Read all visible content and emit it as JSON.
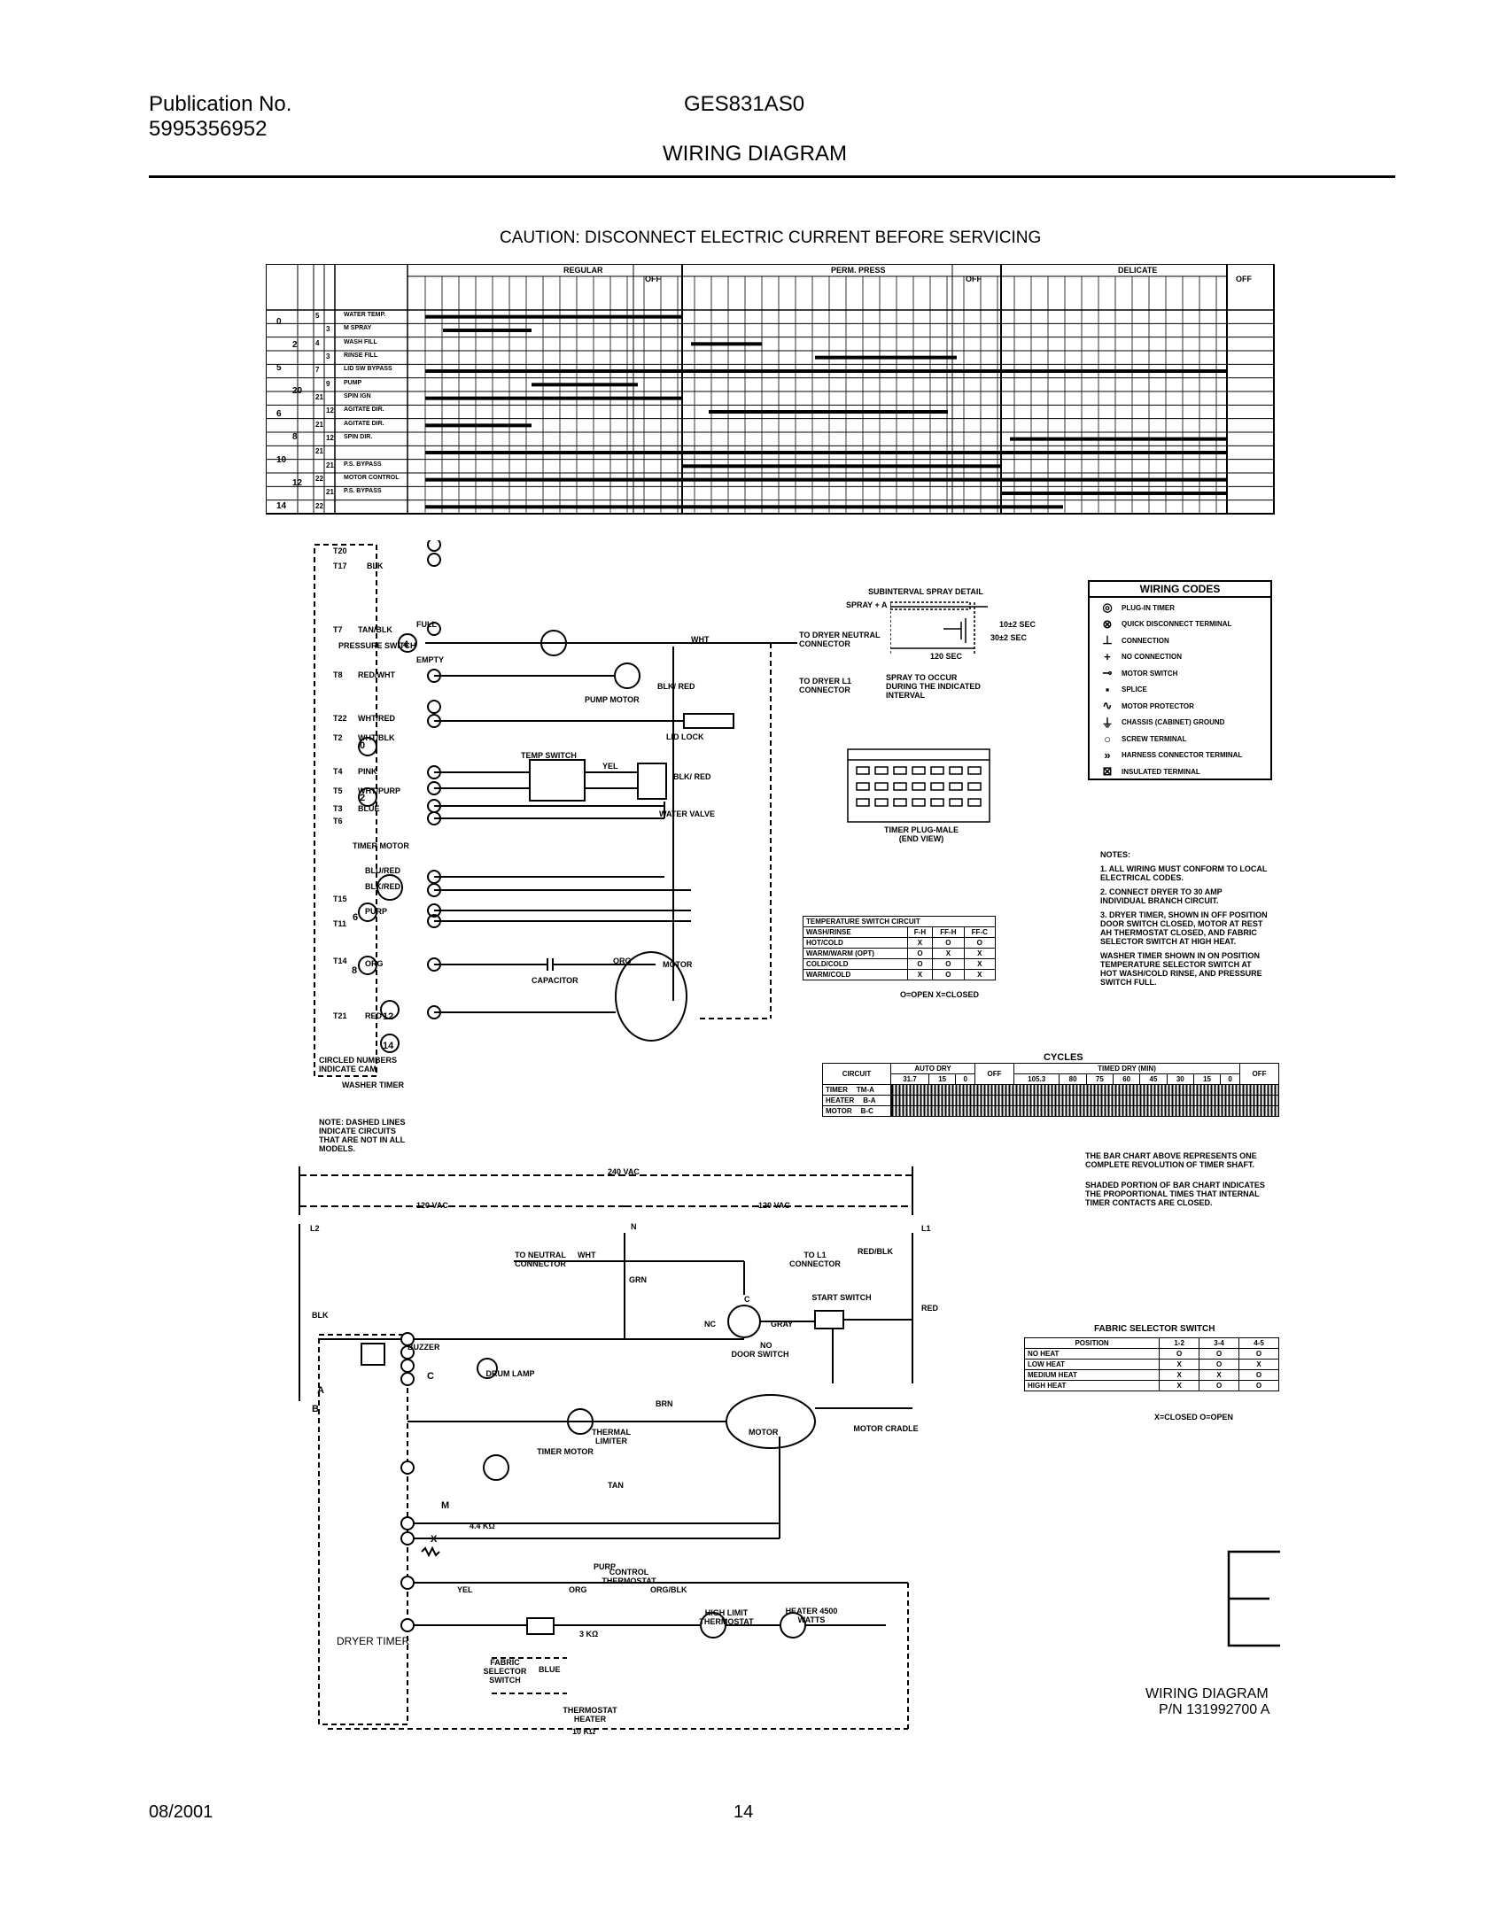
{
  "header": {
    "publication_label": "Publication No.",
    "publication_number": "5995356952",
    "model": "GES831AS0",
    "title": "WIRING DIAGRAM"
  },
  "caution": "CAUTION: DISCONNECT ELECTRIC CURRENT BEFORE SERVICING",
  "timer_chart": {
    "groups": [
      "REGULAR",
      "PERM. PRESS",
      "DELICATE"
    ],
    "off_labels": [
      "OFF",
      "OFF",
      "OFF"
    ],
    "circuits": [
      "WATER TEMP.",
      "M SPRAY",
      "WASH FILL",
      "RINSE FILL",
      "LID SW BYPASS",
      "PUMP",
      "SPIN IGN",
      "AGITATE DIR.",
      "AGITATE DIR.",
      "SPIN DIR.",
      "",
      "P.S. BYPASS",
      "MOTOR CONTROL",
      "P.S. BYPASS",
      ""
    ],
    "cams_left": [
      "0",
      "2",
      "5",
      "20",
      "6",
      "8",
      "10",
      "12",
      "14"
    ],
    "terminals": [
      "5",
      "3",
      "4",
      "3",
      "7",
      "9",
      "21",
      "12",
      "21",
      "12",
      "21",
      "21",
      "22",
      "21",
      "22"
    ]
  },
  "washer": {
    "labels": {
      "t20": "T20",
      "t17": "T17",
      "blk": "BLK",
      "t7": "T7",
      "tan_blk": "TAN/BLK",
      "full": "FULL",
      "empty": "EMPTY",
      "pressure_switch": "PRESSURE SWITCH",
      "t8": "T8",
      "red_wht": "RED/WHT",
      "pump_motor": "PUMP MOTOR",
      "blk_red": "BLK/ RED",
      "wht": "WHT",
      "lid_lock": "LID LOCK",
      "t22": "T22",
      "wht_red": "WHT/RED",
      "t2": "T2",
      "wht_blk": "WHT/BLK",
      "temp_switch": "TEMP SWITCH",
      "t4": "T4",
      "pink": "PINK",
      "yel": "YEL",
      "t5": "T5",
      "wht_purp": "WHT/PURP",
      "t3": "T3",
      "blue": "BLUE",
      "t6": "T6",
      "water_valve": "WATER VALVE",
      "blk_red2": "BLK/ RED",
      "timer_motor": "TIMER MOTOR",
      "blu_red": "BLU/RED",
      "blk_red3": "BLK/RED",
      "t15": "T15",
      "purp": "PURP",
      "t11": "T11",
      "t14": "T14",
      "org": "ORG",
      "capacitor": "CAPACITOR",
      "org2": "ORG",
      "motor": "MOTOR",
      "t21": "T21",
      "red": "RED",
      "circled_numbers": "CIRCLED NUMBERS INDICATE CAM",
      "washer_timer": "WASHER TIMER",
      "to_dryer_neutral": "TO DRYER NEUTRAL CONNECTOR",
      "to_dryer_l1": "TO DRYER L1 CONNECTOR",
      "note": "NOTE: DASHED LINES INDICATE CIRCUITS THAT ARE NOT IN ALL MODELS."
    },
    "cams": [
      "4",
      "0",
      "2",
      "6",
      "8",
      "12",
      "14"
    ]
  },
  "spray_detail": {
    "title": "SUBINTERVAL SPRAY DETAIL",
    "spray": "SPRAY + A",
    "t1": "10±2 SEC",
    "t2": "30±2 SEC",
    "t3": "120 SEC",
    "caption": "SPRAY TO OCCUR DURING THE INDICATED INTERVAL"
  },
  "plug": {
    "caption": "TIMER PLUG-MALE (END VIEW)"
  },
  "wiring_codes": {
    "title": "WIRING CODES",
    "items": [
      "PLUG-IN TIMER",
      "QUICK DISCONNECT TERMINAL",
      "CONNECTION",
      "NO CONNECTION",
      "MOTOR SWITCH",
      "SPLICE",
      "MOTOR PROTECTOR",
      "CHASSIS (CABINET) GROUND",
      "SCREW TERMINAL",
      "HARNESS CONNECTOR TERMINAL",
      "INSULATED TERMINAL"
    ]
  },
  "notes": {
    "title": "NOTES:",
    "items": [
      "1. ALL WIRING MUST CONFORM TO LOCAL ELECTRICAL CODES.",
      "2. CONNECT DRYER TO 30 AMP INDIVIDUAL BRANCH CIRCUIT.",
      "3. DRYER TIMER, SHOWN IN OFF POSITION DOOR SWITCH CLOSED, MOTOR AT REST AH THERMOSTAT CLOSED, AND FABRIC SELECTOR SWITCH AT HIGH HEAT.",
      "WASHER TIMER SHOWN IN ON POSITION TEMPERATURE SELECTOR SWITCH AT HOT WASH/COLD RINSE, AND PRESSURE SWITCH FULL."
    ]
  },
  "temp_switch_table": {
    "title": "TEMPERATURE SWITCH CIRCUIT",
    "headers": [
      "WASH/RINSE",
      "F-H",
      "FF-H",
      "FF-C"
    ],
    "rows": [
      [
        "HOT/COLD",
        "X",
        "O",
        "O"
      ],
      [
        "WARM/WARM (OPT)",
        "O",
        "X",
        "X"
      ],
      [
        "COLD/COLD",
        "O",
        "O",
        "X"
      ],
      [
        "WARM/COLD",
        "X",
        "O",
        "X"
      ]
    ],
    "legend": "O=OPEN    X=CLOSED"
  },
  "cycles_chart": {
    "title": "CYCLES",
    "circuit_label": "CIRCUIT",
    "auto_dry": "AUTO DRY",
    "timed_dry": "TIMED DRY (MIN)",
    "off": "OFF",
    "ticks_auto": [
      "31.7",
      "15",
      "0"
    ],
    "ticks_timed": [
      "105.3",
      "80",
      "75",
      "60",
      "45",
      "30",
      "15",
      "0"
    ],
    "rows": [
      [
        "TIMER",
        "TM-A"
      ],
      [
        "HEATER",
        "B-A"
      ],
      [
        "MOTOR",
        "B-C"
      ]
    ],
    "caption1": "THE BAR CHART ABOVE REPRESENTS ONE COMPLETE REVOLUTION OF TIMER SHAFT.",
    "caption2": "SHADED PORTION OF BAR CHART INDICATES THE PROPORTIONAL TIMES THAT INTERNAL TIMER CONTACTS ARE CLOSED."
  },
  "dryer": {
    "v240": "240 VAC",
    "v120a": "120 VAC",
    "v120b": "120 VAC",
    "l2": "L2",
    "l1": "L1",
    "n": "N",
    "to_neutral": "TO NEUTRAL CONNECTOR",
    "wht": "WHT",
    "grn": "GRN",
    "to_l1": "TO L1 CONNECTOR",
    "red_blk": "RED/BLK",
    "blk": "BLK",
    "buzzer": "BUZZER",
    "drum_lamp": "DRUM LAMP",
    "nc": "NC",
    "no": "NO",
    "c": "C",
    "gray": "GRAY",
    "door_switch": "DOOR SWITCH",
    "start_switch": "START SWITCH",
    "red": "RED",
    "brn": "BRN",
    "thermal_limiter": "THERMAL LIMITER",
    "motor": "MOTOR",
    "motor_cradle": "MOTOR CRADLE",
    "timer_motor": "TIMER MOTOR",
    "tan": "TAN",
    "resistor": "4.4 KΩ",
    "purp": "PURP",
    "control_thermostat": "CONTROL THERMOSTAT",
    "yel": "YEL",
    "org": "ORG",
    "org_blk": "ORG/BLK",
    "hi_limit": "HIGH LIMIT THERMOSTAT",
    "heater": "HEATER 4500 WATTS",
    "r3k": "3 KΩ",
    "fabric_selector_switch": "FABRIC SELECTOR SWITCH",
    "blue": "BLUE",
    "thermostat_heater": "THERMOSTAT HEATER",
    "r10k": "10 KΩ",
    "dryer_timer": "DRYER TIMER",
    "terminal_letters": [
      "A",
      "B",
      "C",
      "M",
      "X"
    ]
  },
  "fabric_table": {
    "title": "FABRIC SELECTOR SWITCH",
    "headers": [
      "POSITION",
      "1-2",
      "3-4",
      "4-5"
    ],
    "rows": [
      [
        "NO HEAT",
        "O",
        "O",
        "O"
      ],
      [
        "LOW HEAT",
        "X",
        "O",
        "X"
      ],
      [
        "MEDIUM HEAT",
        "X",
        "X",
        "O"
      ],
      [
        "HIGH HEAT",
        "X",
        "O",
        "O"
      ]
    ],
    "legend": "X=CLOSED     O=OPEN"
  },
  "section_letter": "E",
  "footer": {
    "wd_title": "WIRING DIAGRAM",
    "pn": "P/N 131992700 A",
    "date": "08/2001",
    "page": "14"
  }
}
